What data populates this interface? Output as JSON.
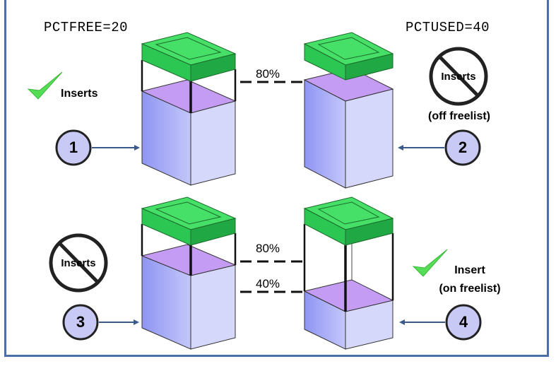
{
  "params": {
    "pctfree": "PCTFREE=20",
    "pctused": "PCTUSED=40"
  },
  "thresholds": {
    "top_label": "80%",
    "mid_label": "80%",
    "low_label": "40%"
  },
  "panels": [
    {
      "number": "1",
      "status": "allowed",
      "caption": "Inserts",
      "subcaption": ""
    },
    {
      "number": "2",
      "status": "blocked",
      "sign_text": "Inserts",
      "caption": "(off freelist)"
    },
    {
      "number": "3",
      "status": "blocked",
      "sign_text": "Inserts",
      "caption": ""
    },
    {
      "number": "4",
      "status": "allowed",
      "caption": "Insert",
      "subcaption": "(on freelist)"
    }
  ],
  "colors": {
    "free_space": "#2ecc5f",
    "used_space": "#9aa0f0",
    "fill_level": "#b88cf0",
    "check": "#4cd64c",
    "badge": "#c8caf5",
    "frame": "#4a6fa5"
  }
}
